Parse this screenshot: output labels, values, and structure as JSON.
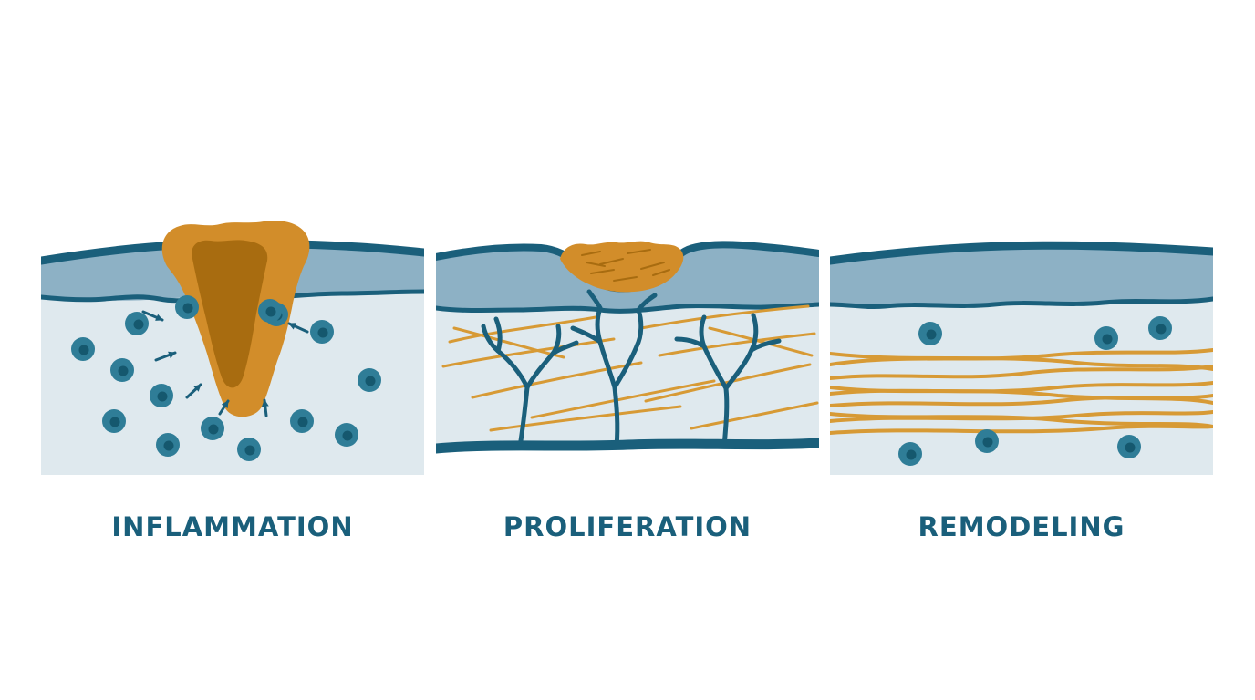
{
  "diagram": {
    "panels": [
      {
        "id": "inflammation",
        "label": "INFLAMMATION"
      },
      {
        "id": "proliferation",
        "label": "PROLIFERATION"
      },
      {
        "id": "remodeling",
        "label": "REMODELING"
      }
    ]
  },
  "colors": {
    "dark_teal": "#1a5f7b",
    "epidermis_blue": "#8db1c5",
    "tissue_light": "#dfe9ee",
    "clot_orange": "#d28d2a",
    "clot_dark": "#a86c10",
    "fiber_gold": "#d79a35",
    "cell_teal": "#2f7d97",
    "cell_core": "#15586e",
    "background": "#ffffff"
  }
}
